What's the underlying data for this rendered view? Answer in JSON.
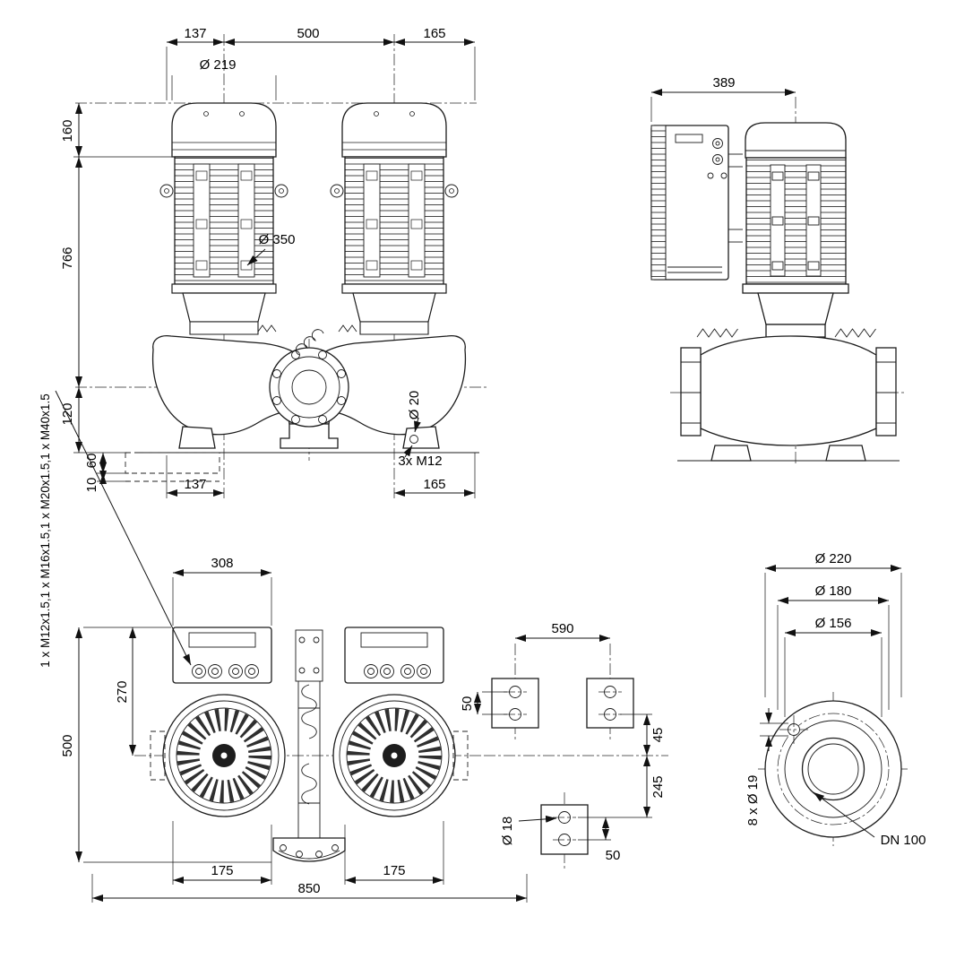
{
  "front_view": {
    "dim_width_left": "137",
    "dim_width_center": "500",
    "dim_width_right": "165",
    "dim_motor_cap_dia": "Ø 219",
    "dim_cap_height": "160",
    "dim_motor_height": "766",
    "dim_fan_cowl_dia": "Ø 350",
    "dim_port_center_height": "120",
    "dim_base_height": "60",
    "dim_foot_plate": "10",
    "dim_drain_dia": "Ø 20",
    "label_drain_thread": "3x M12",
    "dim_width_left_bottom": "137",
    "dim_width_right_bottom": "165"
  },
  "side_view": {
    "dim_depth": "389"
  },
  "top_view": {
    "dim_module_width": "308",
    "dim_front_to_axis": "270",
    "dim_total_depth": "500",
    "dim_left_offset": "175",
    "dim_total_length": "850",
    "dim_right_offset": "175",
    "callout_cable_glands": "1 x M12x1.5,1 x M16x1.5,1 x M20x1.5,1 x M40x1.5"
  },
  "foot_view": {
    "dim_hole_spacing": "590",
    "dim_hole_pitch_top": "50",
    "dim_axis_offset": "45",
    "dim_axis_to_rear": "245",
    "dim_hole_dia": "Ø 18",
    "dim_hole_pitch_bottom": "50"
  },
  "flange_view": {
    "dim_outer_dia": "Ø 220",
    "dim_bolt_circle_dia": "Ø 180",
    "dim_raised_face_dia": "Ø 156",
    "label_bolt_holes": "8 x Ø 19",
    "label_nominal_dia": "DN 100"
  }
}
